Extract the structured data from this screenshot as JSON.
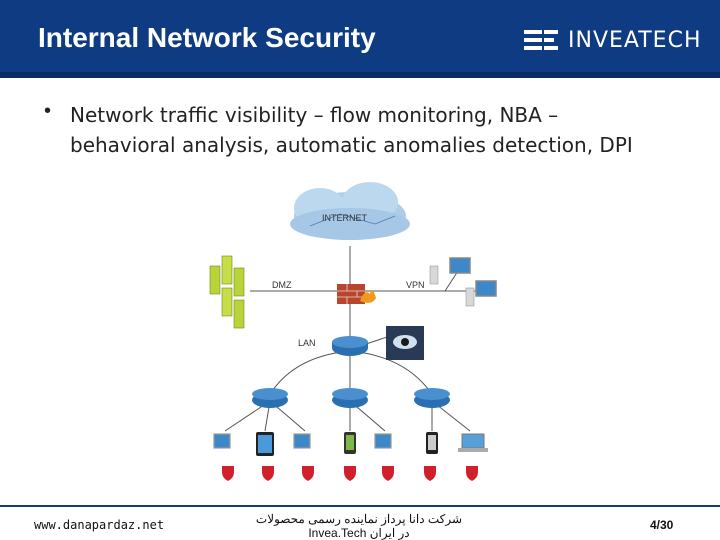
{
  "slide": {
    "title": "Internal Network Security",
    "logo_text": "INVEATECH",
    "bullet": "Network traffic visibility – flow monitoring, NBA – behavioral analysis, automatic anomalies detection, DPI"
  },
  "diagram": {
    "internet_label": "INTERNET",
    "dmz_label": "DMZ",
    "vpn_label": "VPN",
    "lan_label": "LAN",
    "icons": [
      "cloud-icon",
      "firewall-icon",
      "router-icon",
      "server-icon",
      "desktop-icon",
      "tablet-icon",
      "smartphone-icon",
      "laptop-icon",
      "shield-icon",
      "eye-sensor-icon"
    ]
  },
  "footer": {
    "website": "www.danapardaz.net",
    "center_text_line1": "شرکت دانا پرداز نمایندە رسمی محصولات",
    "center_text_line2": "در ایران Invea.Tech",
    "page": "4/30"
  },
  "colors": {
    "header_bg": "#0f3b82",
    "footer_line": "#0f3b82",
    "router": "#2a6fb0",
    "shield": "#d0202a"
  }
}
